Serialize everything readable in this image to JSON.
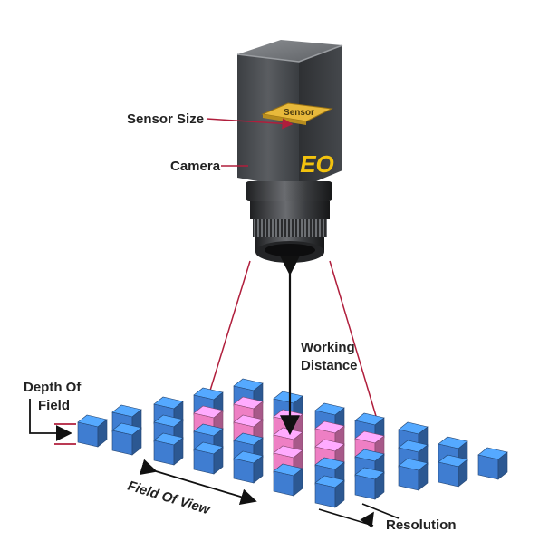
{
  "colors": {
    "cube_blue": "#3f7dd1",
    "cube_pink": "#ee7fc4",
    "camera_body": "#4f5256",
    "sensor_gold": "#e8b93b",
    "logo_yellow": "#f2c20e",
    "fov_lines": "#b01e3c",
    "label_text": "#222222"
  },
  "labels": {
    "sensor_size": "Sensor Size",
    "sensor": "Sensor",
    "camera": "Camera",
    "logo": "EO",
    "working_distance_line1": "Working",
    "working_distance_line2": "Distance",
    "depth_of_field_line1": "Depth Of",
    "depth_of_field_line2": "Field",
    "field_of_view": "Field Of View",
    "resolution": "Resolution"
  }
}
